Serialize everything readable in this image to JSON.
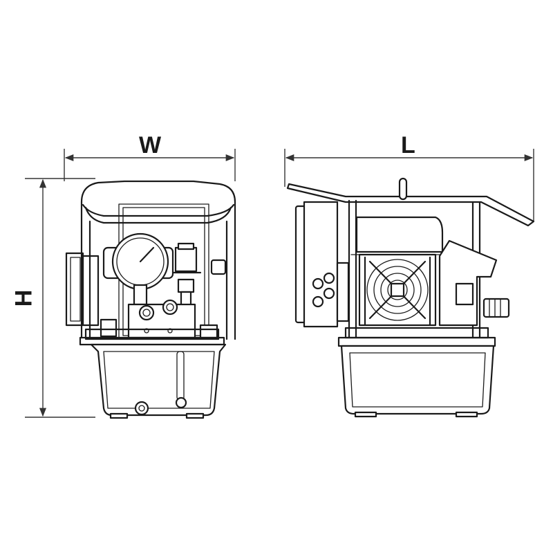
{
  "dimensions": {
    "width_label": "W",
    "length_label": "L",
    "height_label": "H"
  },
  "views": [
    "front-view",
    "side-view"
  ],
  "colors": {
    "line": "#1a1a1a",
    "background": "#ffffff"
  }
}
